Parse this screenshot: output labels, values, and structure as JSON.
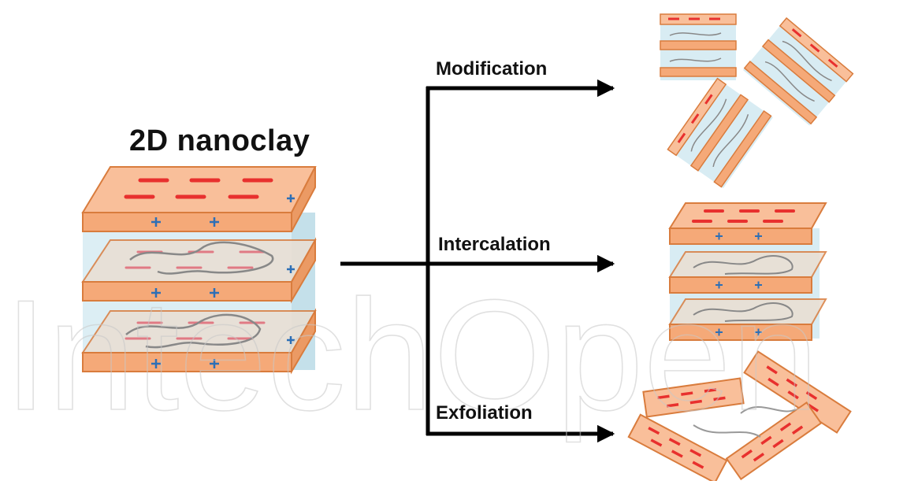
{
  "title": "2D nanoclay",
  "branches": [
    {
      "id": "modification",
      "label": "Modification"
    },
    {
      "id": "intercalation",
      "label": "Intercalation"
    },
    {
      "id": "exfoliation",
      "label": "Exfoliation"
    }
  ],
  "watermark": "IntechOpen",
  "colors": {
    "platelet_face": "#f9bf9a",
    "platelet_edge": "#d97c3d",
    "negative_charge": "#e8302e",
    "positive_charge": "#2d6fb6",
    "gallery": "#d8ecf3",
    "polymer": "#8a8a8a",
    "arrow": "#000000"
  },
  "symbols": {
    "negative": "−",
    "positive": "+"
  }
}
